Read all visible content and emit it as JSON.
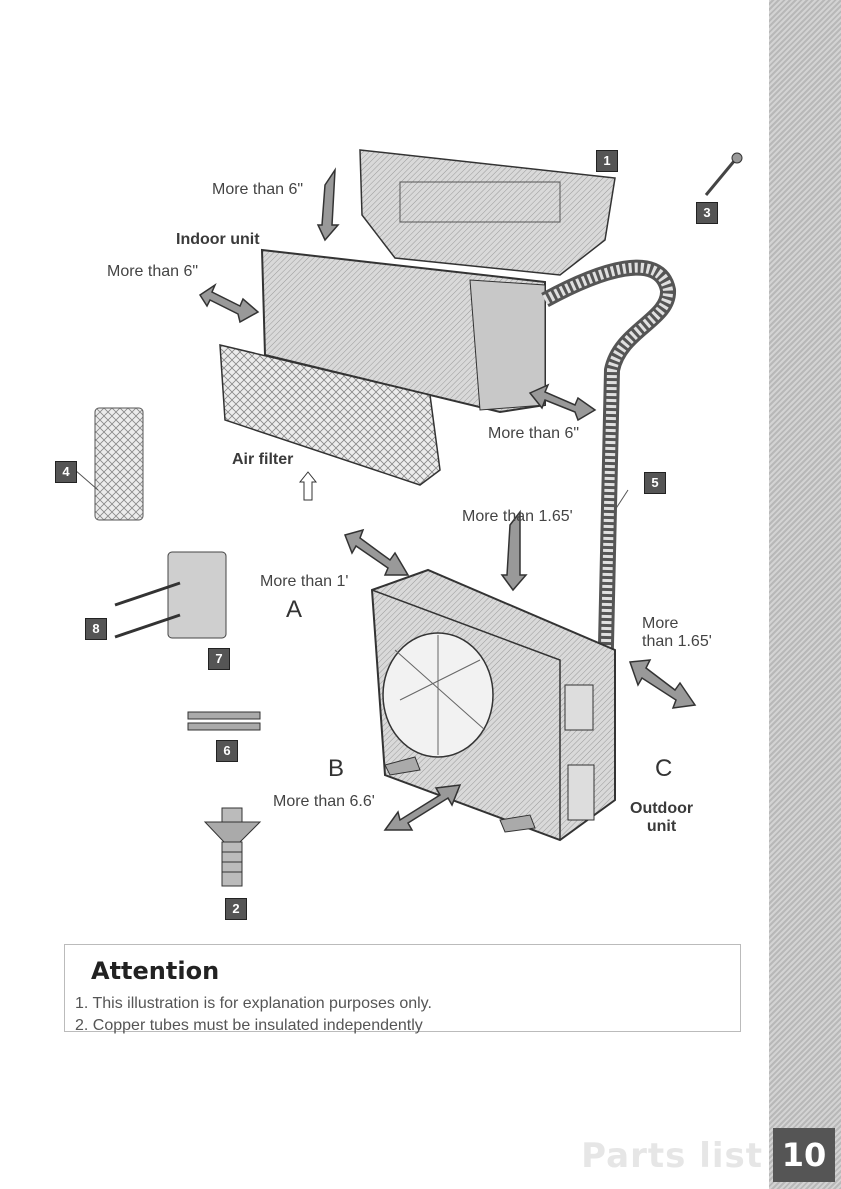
{
  "labels": {
    "indoor_top_clearance": "More than 6\"",
    "indoor_unit": "Indoor unit",
    "indoor_side_clearance": "More than 6\"",
    "indoor_right_clearance": "More than 6\"",
    "air_filter": "Air filter",
    "outdoor_top_clearance": "More than 1.65'",
    "outdoor_back_clearance": "More than 1'",
    "letter_a": "A",
    "outdoor_side_clearance": "More\nthan 1.65'",
    "letter_b": "B",
    "outdoor_front_clearance": "More than 6.6'",
    "letter_c": "C",
    "outdoor_unit": "Outdoor\nunit"
  },
  "part_numbers": [
    "1",
    "2",
    "3",
    "4",
    "5",
    "6",
    "7",
    "8"
  ],
  "attention": {
    "title": "Attention",
    "notes": [
      "1.  This illustration is for explanation purposes only.",
      "2.  Copper tubes must be insulated independently"
    ]
  },
  "footer": {
    "section_title": "Parts list",
    "page_number": "10"
  }
}
